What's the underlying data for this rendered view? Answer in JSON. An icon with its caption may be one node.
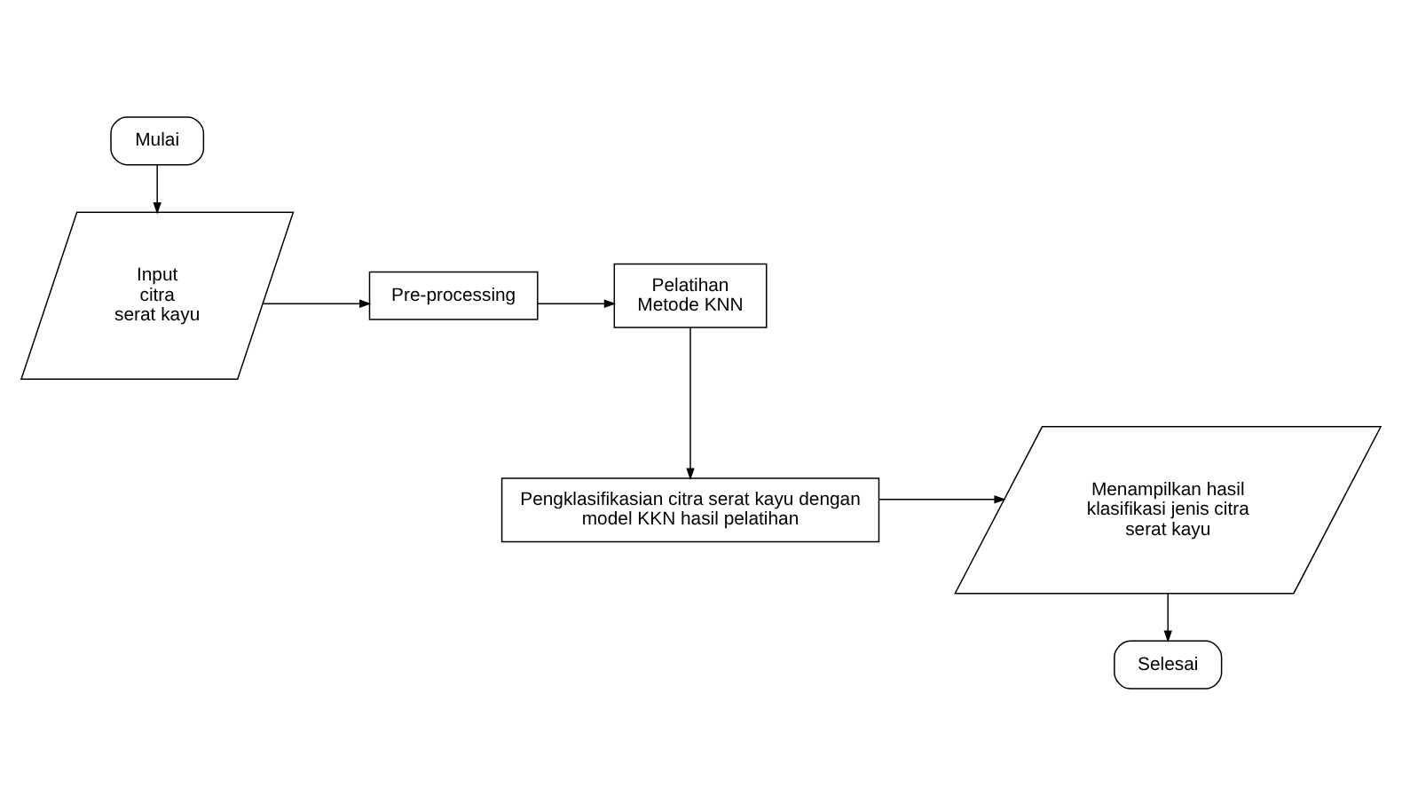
{
  "diagram": {
    "nodes": [
      {
        "text": [
          "Mulai"
        ]
      },
      {
        "text": [
          "Input citra serat kayu"
        ]
      },
      {
        "text": [
          "Pre-processing"
        ]
      },
      {
        "text": [
          "Pelatihan Metode KNN"
        ]
      },
      {
        "text": [
          "Pengklasifikasian citra serat kayu dengan model KKN hasil pelatihan"
        ]
      },
      {
        "text": [
          "Menampilkan hasil klasifikasi jenis citra serat kayu"
        ]
      },
      {
        "text": [
          "Selesai"
        ]
      }
    ],
    "edges": [
      {
        "from": 0,
        "to": 1,
        "arrow": "to"
      },
      {
        "from": 1,
        "to": 2,
        "arrow": "to"
      },
      {
        "from": 2,
        "to": 3,
        "arrow": "to"
      },
      {
        "from": 3,
        "to": 4,
        "arrow": "to"
      },
      {
        "from": 4,
        "to": 5,
        "arrow": "to"
      },
      {
        "from": 5,
        "to": 6,
        "arrow": "to"
      }
    ]
  }
}
